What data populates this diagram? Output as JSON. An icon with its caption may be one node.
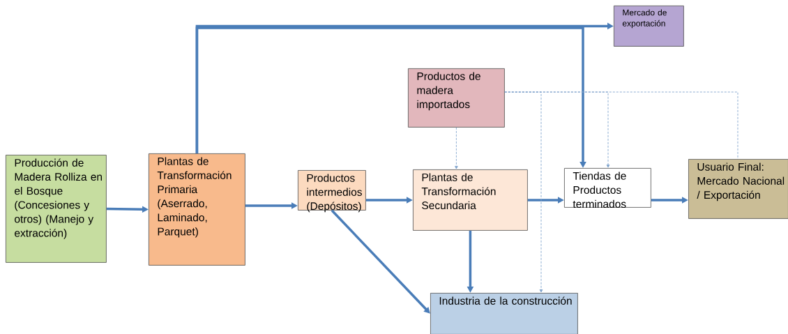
{
  "diagram": {
    "nodes": [
      {
        "text": [
          "Producción de Madera Rolliza en el Bosque (Concesiones y otros) (Manejo y extracción)"
        ]
      },
      {
        "text": [
          "Plantas de Transformación Primaria (Aserrado, Laminado, Parquet)"
        ]
      },
      {
        "text": [
          "Mercado de exportación"
        ]
      },
      {
        "text": [
          "Productos de madera importados"
        ]
      },
      {
        "text": [
          "Productos intermedios (Depósitos)"
        ]
      },
      {
        "text": [
          "Plantas de Transformación Secundaria"
        ]
      },
      {
        "text": [
          "Tiendas de Productos terminados"
        ]
      },
      {
        "text": [
          "Usuario Final: Mercado Nacional / Exportación"
        ]
      },
      {
        "text": [
          "Industria de la construcción"
        ]
      }
    ],
    "edges": [
      {
        "from": 0,
        "to": 1,
        "arrow": "to"
      },
      {
        "from": 1,
        "to": 2,
        "arrow": "to"
      },
      {
        "from": 1,
        "to": 6,
        "arrow": "to"
      },
      {
        "from": 1,
        "to": 4,
        "arrow": "to"
      },
      {
        "from": 4,
        "to": 5,
        "arrow": "to"
      },
      {
        "from": 4,
        "to": 8,
        "arrow": "to"
      },
      {
        "from": 5,
        "to": 8,
        "arrow": "to"
      },
      {
        "from": 5,
        "to": 6,
        "arrow": "to"
      },
      {
        "from": 6,
        "to": 7,
        "arrow": "to"
      },
      {
        "from": 3,
        "to": 5,
        "arrow": "to",
        "style": "dashed"
      },
      {
        "from": 3,
        "to": 8,
        "arrow": "to",
        "style": "dashed"
      },
      {
        "from": 3,
        "to": 6,
        "arrow": "to",
        "style": "dashed"
      },
      {
        "from": 3,
        "to": 7,
        "arrow": "none",
        "style": "dashed"
      }
    ]
  }
}
